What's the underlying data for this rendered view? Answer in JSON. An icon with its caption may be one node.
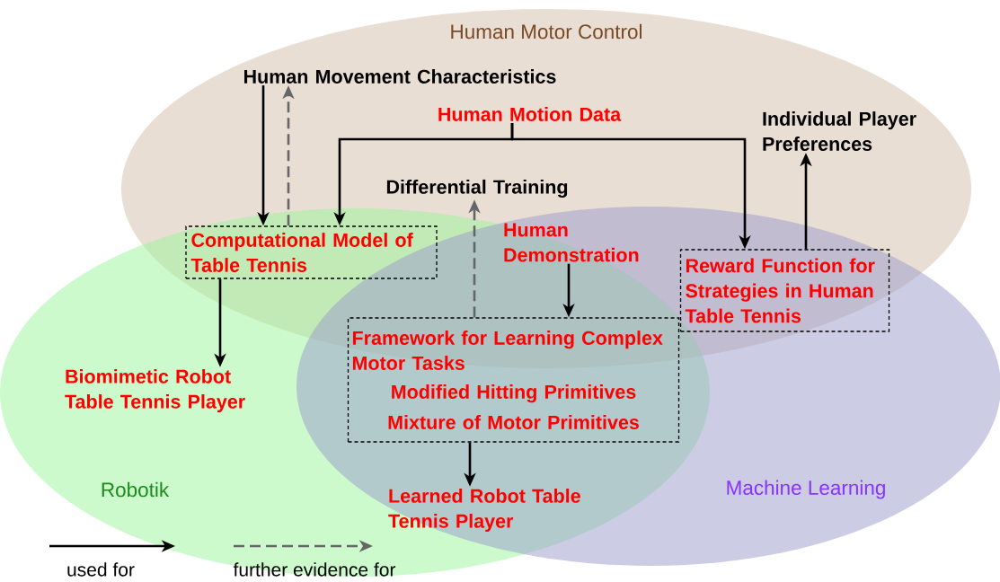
{
  "diagram": {
    "nodes": [
      {
        "text": [
          "Human Movement Characteristics"
        ]
      },
      {
        "text": [
          "Human Motion Data"
        ]
      },
      {
        "text": [
          "Individual Player Preferences"
        ]
      },
      {
        "text": [
          "Differential Training"
        ]
      },
      {
        "text": [
          "Computational Model of Table Tennis"
        ]
      },
      {
        "text": [
          "Human Demonstration"
        ]
      },
      {
        "text": [
          "Reward Function for Strategies in Human Table Tennis"
        ]
      },
      {
        "text": [
          "Framework for Learning Complex Motor Tasks",
          "Modified Hitting Primitives",
          "Mixture of Motor Primitives"
        ]
      },
      {
        "text": [
          "Biomimetic Robot Table Tennis Player"
        ]
      },
      {
        "text": [
          "Learned Robot Table Tennis Player"
        ]
      }
    ],
    "edges": [
      {
        "from": 0,
        "to": 4,
        "arrow": "to"
      },
      {
        "from": 4,
        "to": 0,
        "arrow": "to",
        "style": "dashed",
        "color": "#666666"
      },
      {
        "from": 1,
        "to": 4,
        "arrow": "to"
      },
      {
        "from": 1,
        "to": 6,
        "arrow": "to"
      },
      {
        "from": 4,
        "to": 8,
        "arrow": "to"
      },
      {
        "from": 7,
        "to": 3,
        "arrow": "to",
        "style": "dashed",
        "color": "#666666"
      },
      {
        "from": 5,
        "to": 7,
        "arrow": "to"
      },
      {
        "from": 6,
        "to": 2,
        "arrow": "to"
      },
      {
        "from": 7,
        "to": 9,
        "arrow": "to"
      }
    ],
    "labels": [
      "Human Motor Control",
      "Robotik",
      "Machine Learning"
    ],
    "legend": [
      {
        "text": "used for"
      },
      {
        "text": "further evidence for"
      }
    ]
  }
}
